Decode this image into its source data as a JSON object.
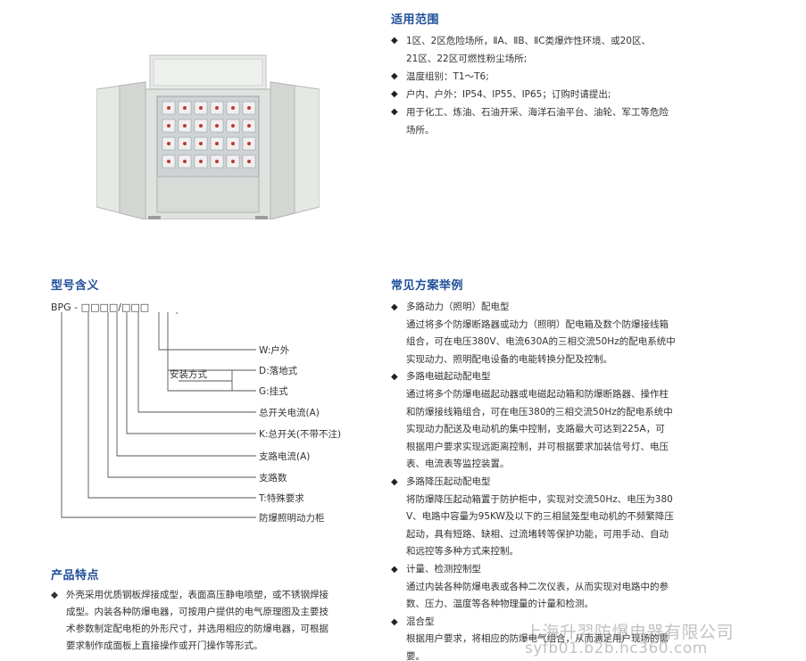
{
  "scope": {
    "title": "适用范围",
    "items": [
      [
        "1区、2区危险场所，ⅡA、ⅡB、ⅡC类爆炸性环境、或20区、",
        "21区、22区可燃性粉尘场所;"
      ],
      [
        "温度组别：T1～T6;"
      ],
      [
        "户内、户外：IP54、IP55、IP65；订购时请提出;"
      ],
      [
        "用于化工、炼油、石油开采、海洋石油平台、油轮、军工等危险",
        "场所。"
      ]
    ]
  },
  "model": {
    "title": "型号含义",
    "code_prefix": "BPG - ",
    "code_boxes_a": "□□□□",
    "code_slash": "/",
    "code_boxes_b": "□□□",
    "install_label": "安装方式",
    "labels": [
      "W:户外",
      "D:落地式",
      "G:挂式",
      "总开关电流(A)",
      "K:总开关(不带不注)",
      "支路电流(A)",
      "支路数",
      "T:特殊要求",
      "防爆照明动力柜"
    ]
  },
  "features": {
    "title": "产品特点",
    "lines": [
      "外壳采用优质钢板焊接成型，表面高压静电喷塑，或不锈钢焊接",
      "成型。内装各种防爆电器，可按用户提供的电气原理图及主要技",
      "术参数制定配电柜的外形尺寸，并选用相应的防爆电器，可根据",
      "要求制作成面板上直接操作或开门操作等形式。"
    ]
  },
  "schemes": {
    "title": "常见方案举例",
    "items": [
      {
        "name": "多路动力（照明）配电型",
        "lines": [
          "通过将多个防爆断路器或动力（照明）配电箱及数个防爆接线箱",
          "组合，可在电压380V、电流630A的三相交流50Hz的配电系统中",
          "实现动力、照明配电设备的电能转换分配及控制。"
        ]
      },
      {
        "name": "多路电磁起动配电型",
        "lines": [
          "通过将多个防爆电磁起动器或电磁起动箱和防爆断路器、操作柱",
          "和防爆接线箱组合，可在电压380的三相交流50Hz的配电系统中",
          "实现动力配送及电动机的集中控制，支路最大可达到225A，可",
          "根据用户要求实现远距离控制，并可根据要求加装信号灯、电压",
          "表、电流表等监控装置。"
        ]
      },
      {
        "name": "多路降压起动配电型",
        "lines": [
          "将防爆降压起动箱置于防护柜中，实现对交流50Hz、电压为380",
          "V、电路中容量为95KW及以下的三相鼠笼型电动机的不频繁降压",
          "起动，具有短路、缺相、过流堵转等保护功能，可用手动、自动",
          "和远控等多种方式来控制。"
        ]
      },
      {
        "name": "计量、检测控制型",
        "lines": [
          "通过内装各种防爆电表或各种二次仪表，从而实现对电路中的参",
          "数、压力、温度等各种物理量的计量和检测。"
        ]
      },
      {
        "name": "混合型",
        "lines": [
          "根据用户要求，将相应的防爆电气组合，从而满足用户现场的需",
          "要。"
        ]
      }
    ]
  },
  "watermark": {
    "company": "上海升羿防爆电器有限公司",
    "url": "syfb01.b2b.hc360.com"
  }
}
